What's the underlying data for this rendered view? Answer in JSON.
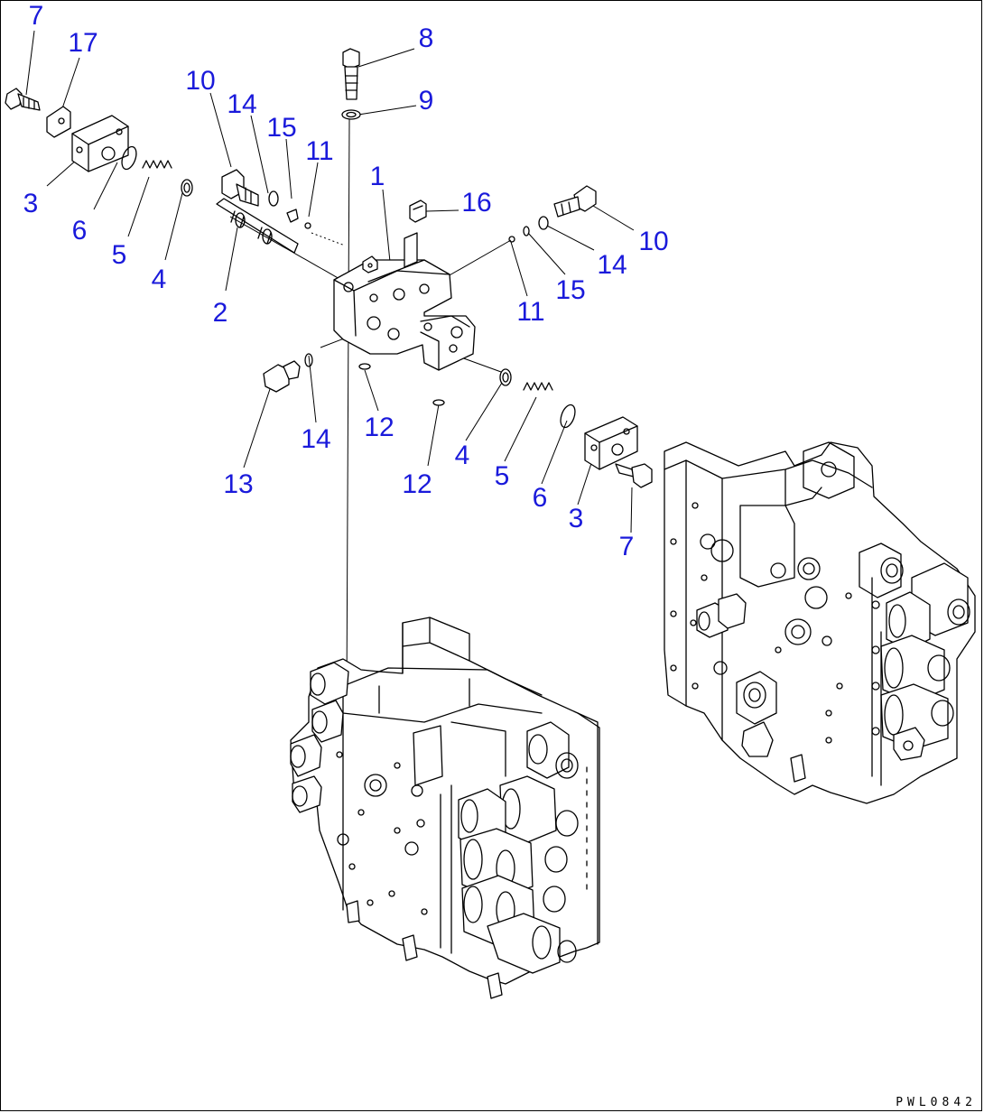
{
  "drawing_code": "PWL0842",
  "callouts": [
    {
      "id": "c7a",
      "text": "7"
    },
    {
      "id": "c17",
      "text": "17"
    },
    {
      "id": "c3a",
      "text": "3"
    },
    {
      "id": "c6a",
      "text": "6"
    },
    {
      "id": "c5a",
      "text": "5"
    },
    {
      "id": "c4a",
      "text": "4"
    },
    {
      "id": "c10a",
      "text": "10"
    },
    {
      "id": "c14a",
      "text": "14"
    },
    {
      "id": "c15a",
      "text": "15"
    },
    {
      "id": "c11a",
      "text": "11"
    },
    {
      "id": "c2",
      "text": "2"
    },
    {
      "id": "c8",
      "text": "8"
    },
    {
      "id": "c9",
      "text": "9"
    },
    {
      "id": "c1",
      "text": "1"
    },
    {
      "id": "c16",
      "text": "16"
    },
    {
      "id": "c10b",
      "text": "10"
    },
    {
      "id": "c14b",
      "text": "14"
    },
    {
      "id": "c15b",
      "text": "15"
    },
    {
      "id": "c11b",
      "text": "11"
    },
    {
      "id": "c13",
      "text": "13"
    },
    {
      "id": "c14c",
      "text": "14"
    },
    {
      "id": "c12a",
      "text": "12"
    },
    {
      "id": "c12b",
      "text": "12"
    },
    {
      "id": "c4b",
      "text": "4"
    },
    {
      "id": "c5b",
      "text": "5"
    },
    {
      "id": "c6b",
      "text": "6"
    },
    {
      "id": "c3b",
      "text": "3"
    },
    {
      "id": "c7b",
      "text": "7"
    }
  ]
}
